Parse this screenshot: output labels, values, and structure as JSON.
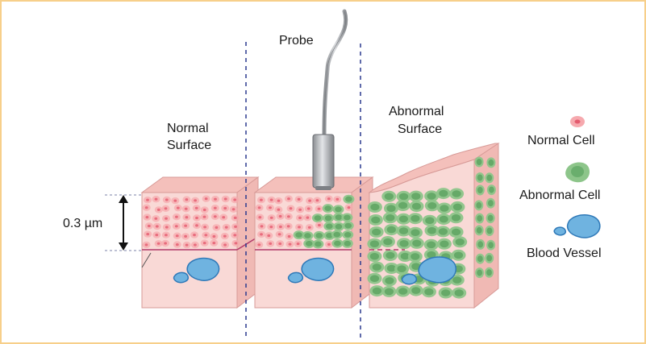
{
  "labels": {
    "probe": "Probe",
    "normal_surface_line1": "Normal",
    "normal_surface_line2": "Surface",
    "abnormal_surface_line1": "Abnormal",
    "abnormal_surface_line2": "Surface",
    "depth": "0.3 µm"
  },
  "legend": {
    "normal_cell": "Normal Cell",
    "abnormal_cell": "Abnormal Cell",
    "blood_vessel": "Blood Vessel"
  },
  "colors": {
    "frame_border": "#f7cf8a",
    "tissue_front": "#f9d9d6",
    "tissue_top": "#f4c0bb",
    "tissue_lower": "#f6d2cf",
    "normal_cell_fill": "#f6a9ae",
    "normal_cell_nucleus": "#e45a6e",
    "abnormal_cell_fill": "#8dc58a",
    "abnormal_cell_nucleus": "#4f9a55",
    "blood_vessel_fill": "#6fb3e0",
    "blood_vessel_edge": "#2f79b8",
    "boundary_line": "#b23a6a",
    "dashed_line": "#2b3a8f",
    "probe_body": "#b9bcc0"
  }
}
